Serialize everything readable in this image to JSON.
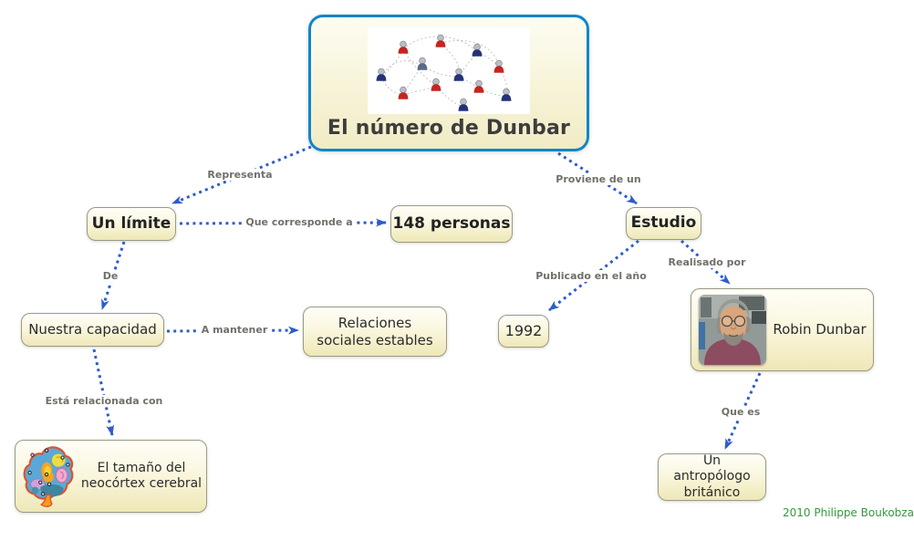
{
  "palette": {
    "main_node_border": "#1385c8",
    "node_border": "#9a9a88",
    "node_fill_top": "#fffef8",
    "node_fill_bottom": "#eee8b6",
    "arrow_blue": "#2e5ccd",
    "link_label_gray": "#70706a",
    "credit_green": "#339a3d",
    "person_red": "#c5251f",
    "person_blue": "#233279"
  },
  "nodes": {
    "main": {
      "title": "El número de Dunbar"
    },
    "limite": {
      "label": "Un límite"
    },
    "personas": {
      "label": "148 personas"
    },
    "estudio": {
      "label": "Estudio"
    },
    "capacidad": {
      "label": "Nuestra capacidad"
    },
    "relaciones": {
      "label": "Relaciones sociales estables"
    },
    "anio": {
      "label": "1992"
    },
    "robin": {
      "label": "Robin Dunbar"
    },
    "neocortex": {
      "label": "El tamaño del neocórtex cerebral"
    },
    "antropologo": {
      "label": "Un antropólogo británico"
    }
  },
  "links": {
    "representa": {
      "label": "Representa"
    },
    "corresponde": {
      "label": "Que corresponde a"
    },
    "proviene": {
      "label": "Proviene de un"
    },
    "de": {
      "label": "De"
    },
    "mantener": {
      "label": "A mantener"
    },
    "publicado": {
      "label": "Publicado en el año"
    },
    "realisado": {
      "label": "Realisado por"
    },
    "relacionada": {
      "label": "Está relacionada con"
    },
    "que_es": {
      "label": "Que es"
    }
  },
  "illustrations": {
    "network": "social-network-illustration",
    "brain": "brain-illustration",
    "photo": "robin-dunbar-photo"
  },
  "credit": "2010 Philippe Boukobza"
}
